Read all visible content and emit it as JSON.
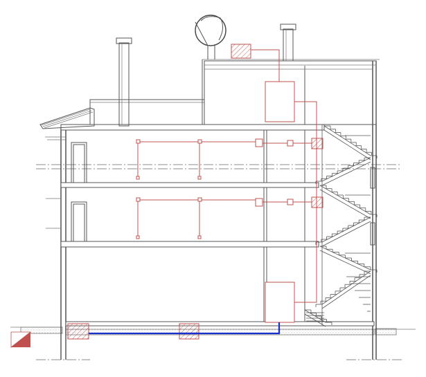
{
  "drawing": {
    "type": "building-section",
    "floors": 3,
    "systems": [
      "solar-water-heater",
      "hot-water-tanks",
      "radiators",
      "underfloor-supply-pipe"
    ],
    "colors": {
      "structure": "#555555",
      "heating_system": "#c0504d",
      "supply_pipe": "#1a2fc9",
      "background": "#ffffff"
    }
  }
}
